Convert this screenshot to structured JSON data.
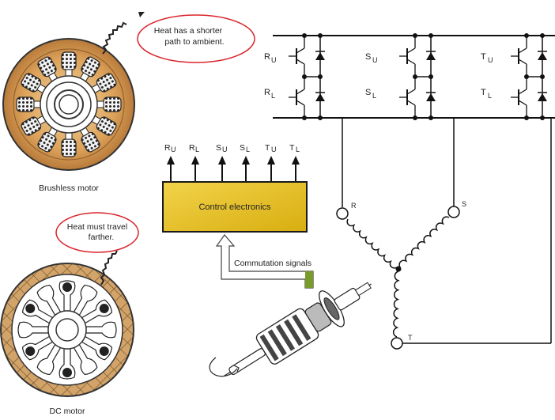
{
  "motors": {
    "brushless": {
      "caption": "Brushless motor",
      "callout": [
        "Heat has a shorter",
        "path to ambient."
      ]
    },
    "dc": {
      "caption": "DC motor",
      "callout": [
        "Heat must travel",
        "farther."
      ]
    }
  },
  "control": {
    "label": "Control electronics",
    "outputs": [
      {
        "main": "R",
        "sub": "U"
      },
      {
        "main": "R",
        "sub": "L"
      },
      {
        "main": "S",
        "sub": "U"
      },
      {
        "main": "S",
        "sub": "L"
      },
      {
        "main": "T",
        "sub": "U"
      },
      {
        "main": "T",
        "sub": "L"
      }
    ],
    "feedback_label": "Commutation signals"
  },
  "inverter": {
    "switches": [
      {
        "main": "R",
        "sub": "U"
      },
      {
        "main": "R",
        "sub": "L"
      },
      {
        "main": "S",
        "sub": "U"
      },
      {
        "main": "S",
        "sub": "L"
      },
      {
        "main": "T",
        "sub": "U"
      },
      {
        "main": "T",
        "sub": "L"
      }
    ]
  },
  "windings": {
    "terminals": [
      "R",
      "S",
      "T"
    ]
  },
  "colors": {
    "callout_border": "#d9242b",
    "control_box_fill": "#e8c21c",
    "control_box_border": "#1a1a1a",
    "motor_body": "#d8a25a",
    "feedback_arrow": "#7a9a2a"
  }
}
